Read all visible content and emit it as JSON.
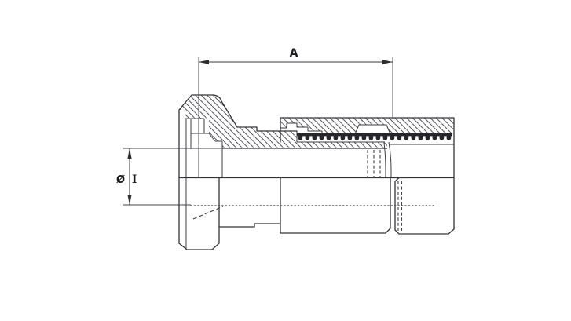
{
  "drawing": {
    "kind": "half-section technical drawing of a flanged hose fitting",
    "background": "#ffffff",
    "line_color": "#33343a",
    "hatch_color": "#53545c",
    "dimensions": {
      "length": {
        "label": "A"
      },
      "bore": {
        "symbol": "Ø",
        "letter": "I"
      }
    }
  }
}
